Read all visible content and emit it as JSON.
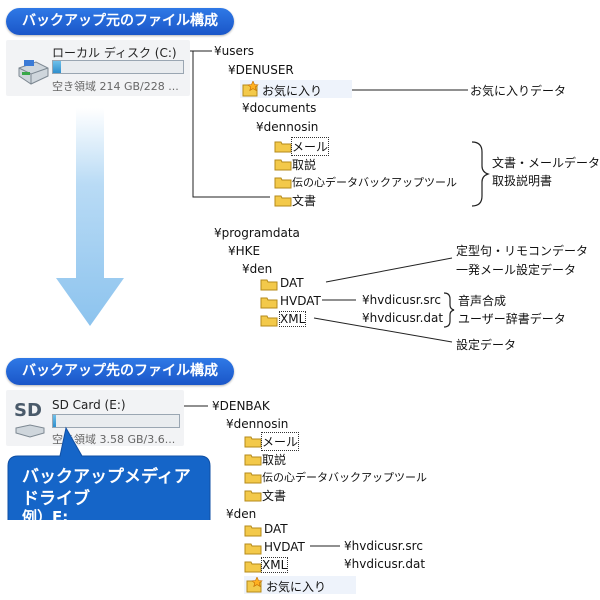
{
  "sections": {
    "source_header": "バックアップ元のファイル構成",
    "dest_header": "バックアップ先のファイル構成"
  },
  "source_drive": {
    "name": "ローカル ディスク (C:)",
    "free": "空き領域 214 GB/228 ...",
    "usage": 0.06
  },
  "dest_drive": {
    "name": "SD Card (E:)",
    "free": "空き領域 3.58 GB/3.6...",
    "usage": 0.02,
    "icon_text": "SD"
  },
  "callout": {
    "line1": "バックアップメディア",
    "line2": "ドライブ",
    "line3": "例）E:"
  },
  "source_tree": {
    "users": "¥users",
    "denuser": "¥DENUSER",
    "favorites": "お気に入り",
    "documents": "¥documents",
    "dennosin": "¥dennosin",
    "mail": "メール",
    "torisetsu": "取説",
    "tool": "伝の心データバックアップツール",
    "bunsho": "文書",
    "programdata": "¥programdata",
    "hke": "¥HKE",
    "den": "¥den",
    "dat": "DAT",
    "hvdat": "HVDAT",
    "xml": "XML",
    "src_file": "¥hvdicusr.src",
    "dat_file": "¥hvdicusr.dat"
  },
  "source_labels": {
    "favorites_data": "お気に入りデータ",
    "docs_line1": "文書・メールデータ",
    "docs_line2": "取扱説明書",
    "dat_line1": "定型句・リモコンデータ",
    "dat_line2": "一発メール設定データ",
    "voice_line1": "音声合成",
    "voice_line2": "ユーザー辞書データ",
    "settings": "設定データ"
  },
  "dest_tree": {
    "denbak": "¥DENBAK",
    "dennosin": "¥dennosin",
    "mail": "メール",
    "torisetsu": "取説",
    "tool": "伝の心データバックアップツール",
    "bunsho": "文書",
    "den": "¥den",
    "dat": "DAT",
    "hvdat": "HVDAT",
    "xml": "XML",
    "src_file": "¥hvdicusr.src",
    "dat_file": "¥hvdicusr.dat",
    "favorites": "お気に入り"
  },
  "colors": {
    "header_blue": "#1f5fd0",
    "arrow_blue": "#8cc3ee",
    "folder_yellow": "#f3c94a",
    "callout_blue": "#1565c8"
  }
}
